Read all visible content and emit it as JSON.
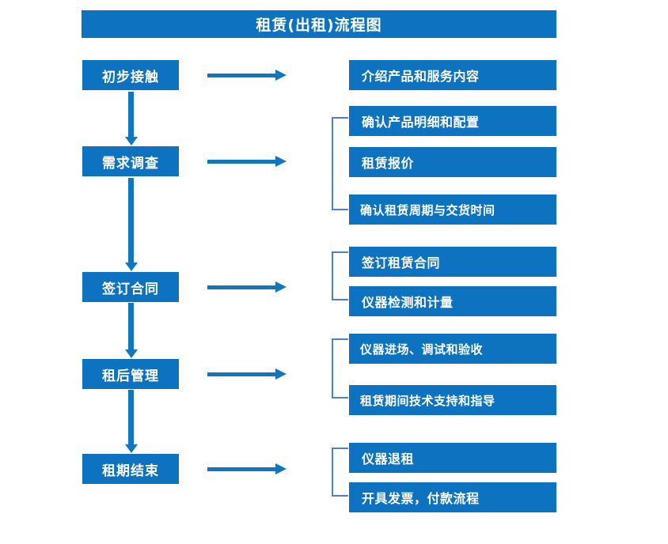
{
  "title": "租赁(出租)流程图",
  "colors": {
    "box_fill": "#0d72bf",
    "box_text": "#ffffff",
    "arrow": "#1176bd",
    "bracket": "#4a82c4",
    "background": "#ffffff"
  },
  "stages": [
    {
      "label": "初步接触"
    },
    {
      "label": "需求调查"
    },
    {
      "label": "签订合同"
    },
    {
      "label": "租后管理"
    },
    {
      "label": "租期结束"
    }
  ],
  "details": [
    {
      "label": "介绍产品和服务内容"
    },
    {
      "label": "确认产品明细和配置"
    },
    {
      "label": "租赁报价"
    },
    {
      "label": "确认租赁周期与交货时间"
    },
    {
      "label": "签订租赁合同"
    },
    {
      "label": "仪器检测和计量"
    },
    {
      "label": "仪器进场、调试和验收"
    },
    {
      "label": "租赁期间技术支持和指导"
    },
    {
      "label": "仪器退租"
    },
    {
      "label": "开具发票，付款流程"
    }
  ]
}
